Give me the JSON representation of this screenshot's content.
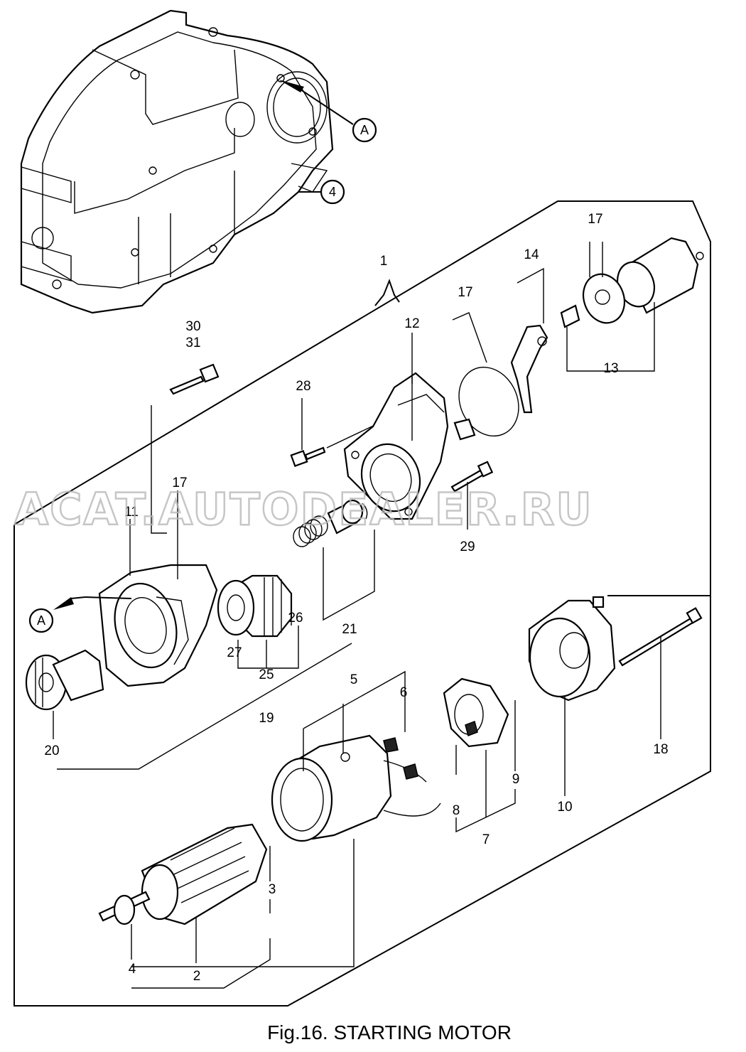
{
  "caption": "Fig.16.  STARTING MOTOR",
  "watermark": "ACAT.AUTODEALER.RU",
  "callouts": {
    "a1": "A",
    "a2": "A",
    "c4": "4"
  },
  "labels": {
    "l1": "1",
    "l2": "2",
    "l3": "3",
    "l4": "4",
    "l5": "5",
    "l6": "6",
    "l7": "7",
    "l8": "8",
    "l9": "9",
    "l10": "10",
    "l11": "11",
    "l12": "12",
    "l13": "13",
    "l14": "14",
    "l17a": "17",
    "l17b": "17",
    "l17c": "17",
    "l18": "18",
    "l19": "19",
    "l20": "20",
    "l21": "21",
    "l25": "25",
    "l26": "26",
    "l27": "27",
    "l28": "28",
    "l29": "29",
    "l30": "30",
    "l31": "31"
  }
}
